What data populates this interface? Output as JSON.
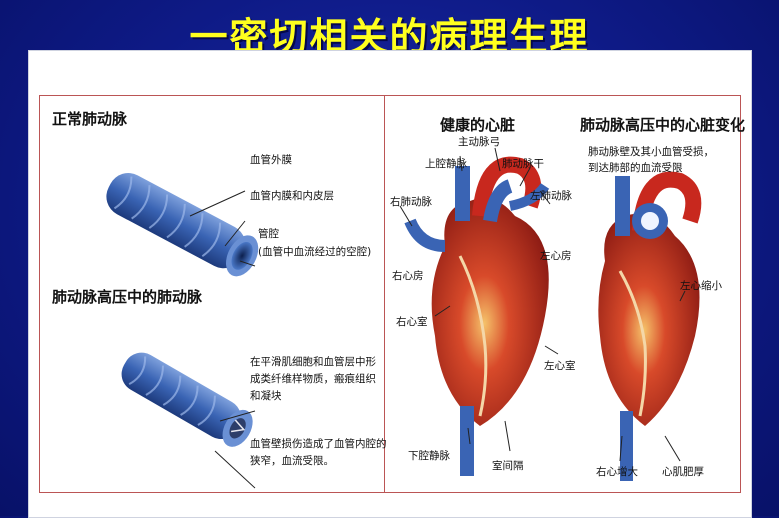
{
  "title": "一密切相关的病理生理",
  "left": {
    "normal_heading": "正常肺动脉",
    "labels": {
      "adventitia": "血管外膜",
      "intima": "血管内膜和内皮层",
      "lumen": "管腔",
      "lumen_note": "(血管中血流经过的空腔)"
    },
    "ph_heading": "肺动脉高压中的肺动脉",
    "ph_labels": {
      "fibrosis_1": "在平滑肌细胞和血管层中形",
      "fibrosis_2": "成类纤维样物质，瘢痕组织",
      "fibrosis_3": "和凝块",
      "narrow_1": "血管壁损伤造成了血管内腔的",
      "narrow_2": "狭窄，血流受限。"
    }
  },
  "right": {
    "healthy_heading": "健康的心脏",
    "ph_heading": "肺动脉高压中的心脏变化",
    "healthy_labels": {
      "aortic_arch": "主动脉弓",
      "svc": "上腔静脉",
      "pulm_trunk": "肺动脉干",
      "right_pa": "右肺动脉",
      "left_pa": "左肺动脉",
      "ra": "右心房",
      "la": "左心房",
      "rv": "右心室",
      "lv": "左心室",
      "ivc": "下腔静脉",
      "septum": "室间隔"
    },
    "ph_labels": {
      "pa_note_1": "肺动脉壁及其小血管受损，",
      "pa_note_2": "到达肺部的血流受限",
      "lv_shrink": "左心缩小",
      "rv_enlarge": "右心增大",
      "myo_thick": "心肌肥厚"
    }
  },
  "colors": {
    "title": "#ffff1e",
    "background": "#0e1a86",
    "vessel": "#3a64b4",
    "heart_red": "#c8281e",
    "divider": "#bb5555"
  }
}
